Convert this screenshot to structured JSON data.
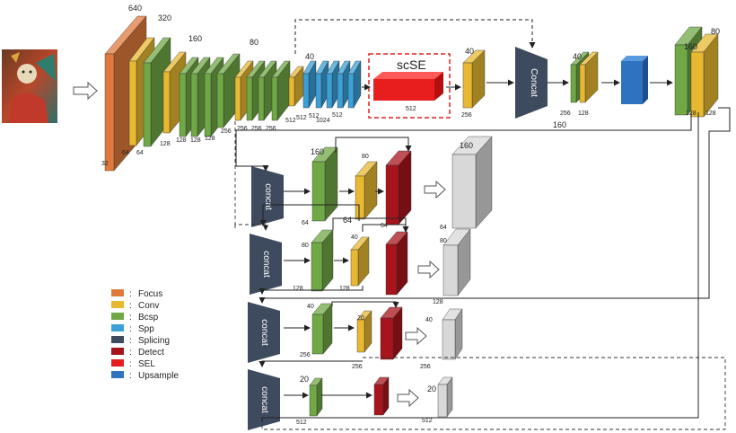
{
  "colors": {
    "focus": "#E07A3C",
    "conv": "#E8B830",
    "bcsp": "#6FA845",
    "spp": "#3AA0D8",
    "splicing": "#3E4A5E",
    "detect": "#A8141C",
    "sel": "#E81E1E",
    "upsample": "#2E72C0",
    "output": "#D8D8D8"
  },
  "legend": [
    {
      "key": "focus",
      "label": "Focus"
    },
    {
      "key": "conv",
      "label": "Conv"
    },
    {
      "key": "bcsp",
      "label": "Bcsp"
    },
    {
      "key": "spp",
      "label": "Spp"
    },
    {
      "key": "splicing",
      "label": "Splicing"
    },
    {
      "key": "detect",
      "label": "Detect"
    },
    {
      "key": "sel",
      "label": "SEL"
    },
    {
      "key": "upsample",
      "label": "Upsample"
    }
  ],
  "legend_separator": ":",
  "labels": {
    "sc_se": "scSE",
    "concat_top": "Concat",
    "concat": "concat",
    "sel_depth": "512"
  },
  "numbers": {
    "n640": "640",
    "n320": "320",
    "n160a": "160",
    "n80a": "80",
    "n40a": "40",
    "n32": "32",
    "n64a": "64",
    "n64b": "64",
    "n128a": "128",
    "n128b": "128",
    "n128c": "128",
    "n128d": "128",
    "n256a": "256",
    "n256b": "256",
    "n256c": "256",
    "n256d": "256",
    "n512a": "512",
    "n512b": "512",
    "n512c": "512",
    "n512d": "512",
    "n1024": "1024",
    "n40b": "40",
    "n256e": "256",
    "n160b": "160",
    "n40c": "40",
    "n256f": "256",
    "n128e": "128",
    "n160c": "160",
    "n80b": "80",
    "n128f": "128",
    "n128g": "128",
    "r1_top": "160",
    "r1_conv": "80",
    "r1_bot1": "64",
    "r1_bot2": "64",
    "r1_bot3": "64",
    "r1_out_top": "160",
    "r1_out_bot": "64",
    "r2_top": "80",
    "r2_conv": "40",
    "r2_bot1": "128",
    "r2_bot2": "128",
    "r2_out_top": "80",
    "r2_out_bot": "128",
    "r3_top": "40",
    "r3_conv": "20",
    "r3_bot1": "256",
    "r3_bot2": "256",
    "r3_out_top": "40",
    "r3_out_bot": "256",
    "r4_top": "20",
    "r4_bot1": "512",
    "r4_out_top": "20",
    "r4_out_bot": "512"
  }
}
